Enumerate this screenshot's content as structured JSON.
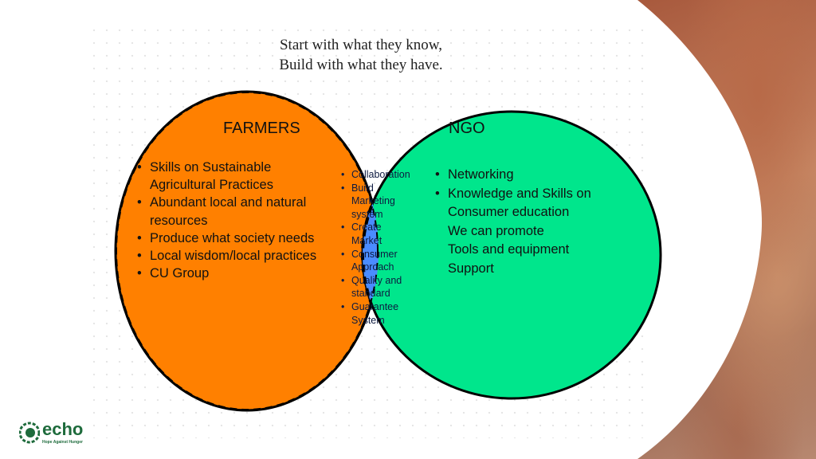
{
  "title": {
    "line1": "Start with what they know,",
    "line2": "Build with what they have."
  },
  "farmers": {
    "heading": "FARMERS",
    "items": [
      "Skills on Sustainable Agricultural Practices",
      "Abundant local and natural resources",
      "Produce what society needs",
      "Local wisdom/local practices",
      "CU Group"
    ],
    "color": "#ff8000"
  },
  "overlap": {
    "items": [
      "Collaboration",
      "Build Marketing system",
      "Create Market",
      "Consumer Approach",
      "Quality and standard",
      "Guarantee System"
    ],
    "color": "#4a8cff"
  },
  "ngo": {
    "heading": "NGO",
    "items": [
      "Networking",
      "Knowledge and Skills on Consumer education",
      "We can promote",
      "Tools and equipment",
      "Support"
    ],
    "color": "#00e68c"
  },
  "logo": {
    "name": "echo",
    "tagline": "Hope Against Hunger"
  }
}
